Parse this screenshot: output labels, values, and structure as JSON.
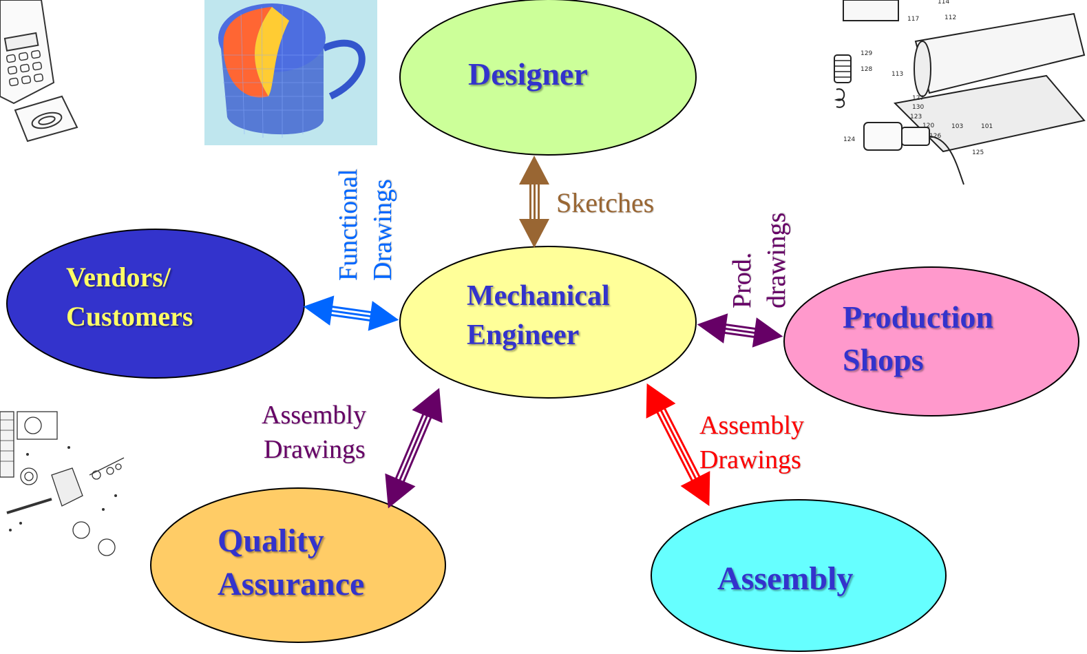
{
  "nodes": {
    "designer": {
      "label": "Designer",
      "fill": "#ccff99",
      "text_color": "#3333cc"
    },
    "mechanical_engineer": {
      "line1": "Mechanical",
      "line2": "Engineer",
      "fill": "#ffff99",
      "text_color": "#3333cc"
    },
    "vendors_customers": {
      "line1": "Vendors/",
      "line2": "Customers",
      "fill": "#3333cc",
      "text_color": "#ffff66"
    },
    "production_shops": {
      "line1": "Production",
      "line2": "Shops",
      "fill": "#ff99cc",
      "text_color": "#3333cc"
    },
    "quality_assurance": {
      "line1": "Quality",
      "line2": "Assurance",
      "fill": "#ffcc66",
      "text_color": "#3333cc"
    },
    "assembly": {
      "label": "Assembly",
      "fill": "#66ffff",
      "text_color": "#3333cc"
    }
  },
  "edges": {
    "sketches": {
      "label": "Sketches",
      "color": "#996633"
    },
    "functional_drawings": {
      "line1": "Functional",
      "line2": "Drawings",
      "color": "#0066ff"
    },
    "prod_drawings": {
      "line1": "Prod.",
      "line2": "drawings",
      "color": "#660066"
    },
    "qa_assembly_drawings": {
      "line1": "Assembly",
      "line2": "Drawings",
      "color": "#660066"
    },
    "assembly_drawings": {
      "line1": "Assembly",
      "line2": "Drawings",
      "color": "#ff0000"
    }
  },
  "illustrations": [
    {
      "name": "mobile-phone-sketch-image"
    },
    {
      "name": "mug-mesh-model-image"
    },
    {
      "name": "exploded-assembly-drawing-image"
    },
    {
      "name": "gearbox-exploded-drawing-image"
    }
  ]
}
